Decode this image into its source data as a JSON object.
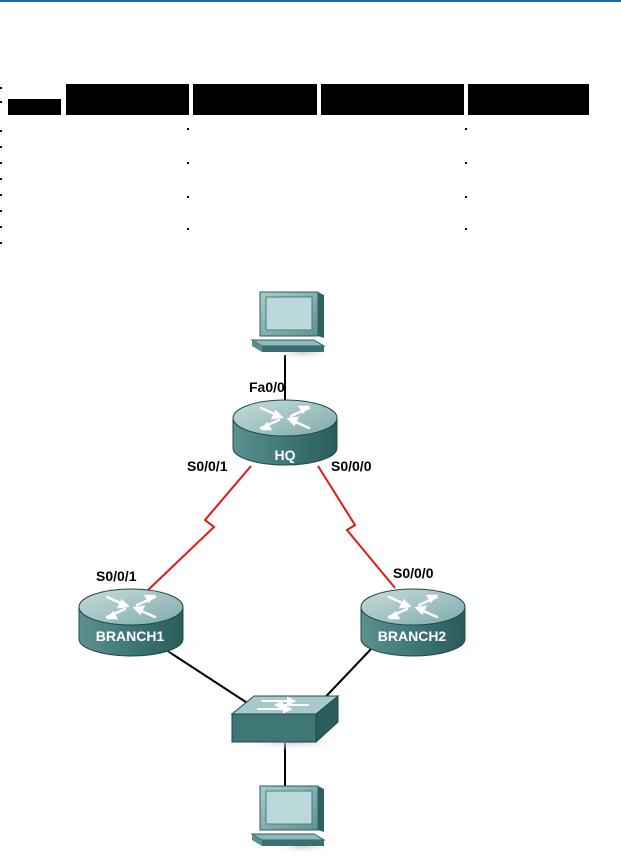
{
  "diagram": {
    "hq": {
      "name": "HQ"
    },
    "branch1": {
      "name": "BRANCH1"
    },
    "branch2": {
      "name": "BRANCH2"
    },
    "interfaces": {
      "hq_fa": "Fa0/0",
      "hq_s001": "S0/0/1",
      "hq_s000": "S0/0/0",
      "branch1_s001": "S0/0/1",
      "branch2_s000": "S0/0/0"
    },
    "colors": {
      "serial_link": "#e01818",
      "ethernet_link": "#000000",
      "router_top": "#9fc2c3",
      "router_side": "#3f7777",
      "header_rule": "#1a6aa6"
    }
  }
}
